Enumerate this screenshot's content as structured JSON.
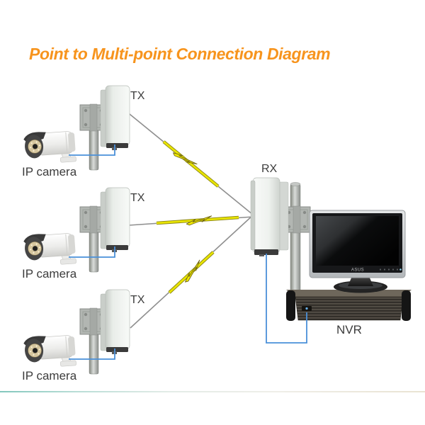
{
  "title": {
    "text": "Point to Multi-point Connection Diagram",
    "color": "#F7941D"
  },
  "tx_groups": [
    {
      "antenna_label": "TX",
      "camera_label": "IP camera"
    },
    {
      "antenna_label": "TX",
      "camera_label": "IP camera"
    },
    {
      "antenna_label": "TX",
      "camera_label": "IP camera"
    }
  ],
  "rx": {
    "antenna_label": "RX"
  },
  "recorder": {
    "label": "NVR"
  },
  "monitor": {
    "brand_label": "ASUS"
  },
  "links": {
    "wireless_links": 3,
    "signal_icon": "lightning-bolt-icon",
    "line_color": "#8f8f8f",
    "signal_color": "#ece400",
    "cable_color": "#4a90d9"
  }
}
